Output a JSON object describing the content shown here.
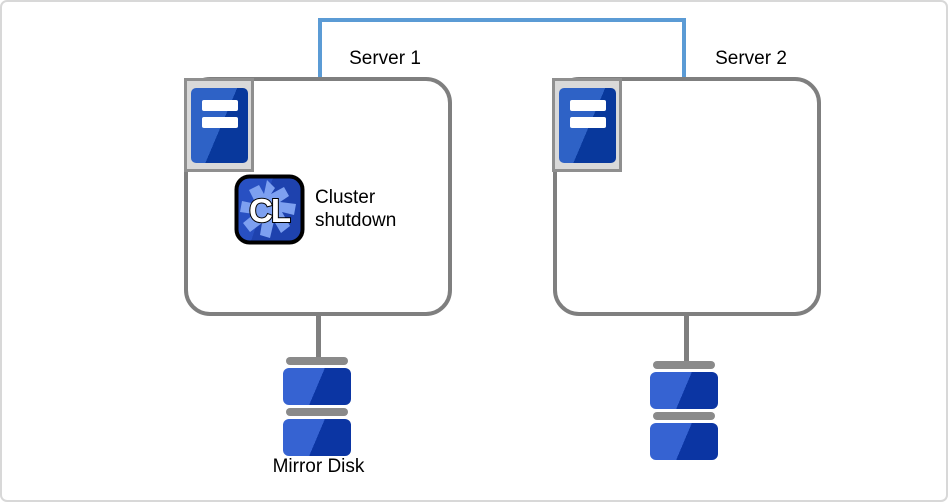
{
  "interconnect": {
    "description": "network link between servers",
    "color": "#5b9bd5"
  },
  "servers": [
    {
      "label": "Server 1"
    },
    {
      "label": "Server 2"
    }
  ],
  "cluster_status": {
    "icon_letters": "CL",
    "label": "Cluster shutdown"
  },
  "storage": {
    "mirror_disk_label": "Mirror Disk"
  },
  "icons": {
    "server_tower": "server-tower-icon",
    "cluster_app": "cluster-app-icon",
    "disk": "disk-stack-icon"
  },
  "colors": {
    "interconnect_blue": "#5b9bd5",
    "box_border_gray": "#7f7f7f",
    "icon_frame_gray": "#d9d9d9",
    "server_blue_light": "#2e62c6",
    "server_blue_dark": "#08389c",
    "disk_blue_light": "#3663d2",
    "disk_blue_dark": "#0b35a3",
    "cl_blob_blue": "#7da0f0",
    "text": "#000000"
  }
}
